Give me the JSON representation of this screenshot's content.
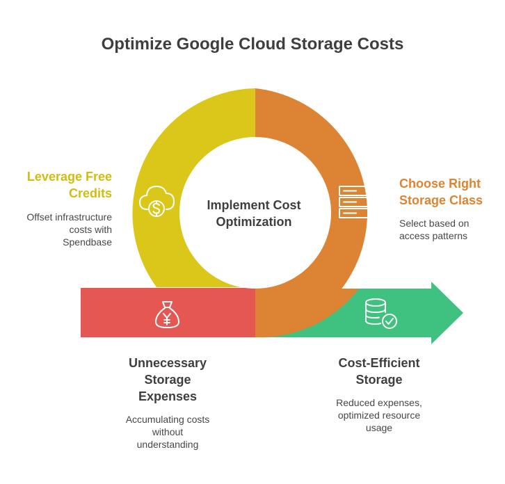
{
  "title": "Optimize Google Cloud Storage Costs",
  "center": {
    "line1": "Implement Cost",
    "line2": "Optimization"
  },
  "stages": {
    "free_credits": {
      "title_lines": [
        "Leverage Free",
        "Credits"
      ],
      "desc_lines": [
        "Offset infrastructure",
        "costs with",
        "Spendbase"
      ],
      "color": "#dbc719",
      "icon": "cloud-dollar-icon"
    },
    "storage_class": {
      "title_lines": [
        "Choose Right",
        "Storage Class"
      ],
      "desc_lines": [
        "Select based on",
        "access patterns"
      ],
      "color": "#dc8433",
      "icon": "server-stack-icon"
    },
    "unnecessary": {
      "title_lines": [
        "Unnecessary",
        "Storage",
        "Expenses"
      ],
      "desc_lines": [
        "Accumulating costs",
        "without",
        "understanding"
      ],
      "color": "#e45752",
      "icon": "money-bag-icon"
    },
    "efficient": {
      "title_lines": [
        "Cost-Efficient",
        "Storage"
      ],
      "desc_lines": [
        "Reduced expenses,",
        "optimized resource",
        "usage"
      ],
      "color": "#3fc27f",
      "icon": "database-check-icon"
    }
  },
  "colors": {
    "title_text": "#3e3e3e",
    "body_text": "#474747",
    "free_credits_label": "#d2bd0f",
    "storage_class_label": "#dd8431"
  }
}
